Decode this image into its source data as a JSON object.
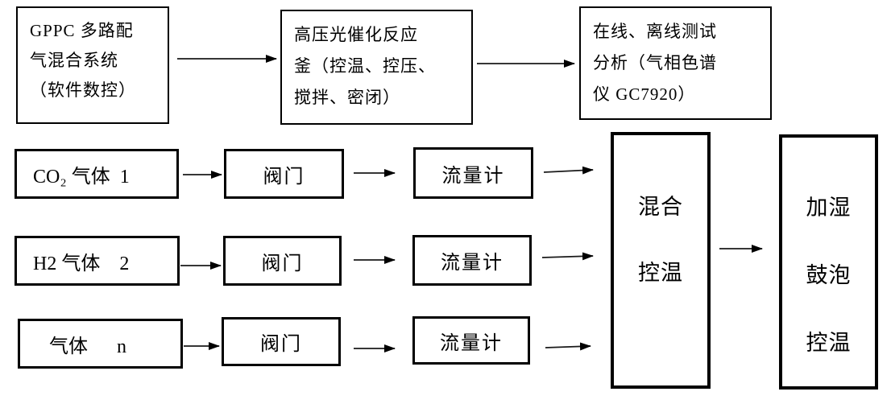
{
  "colors": {
    "background": "#ffffff",
    "box_border": "#000000",
    "text": "#000000",
    "arrow": "#1a1a1a"
  },
  "nodes": {
    "gas_mixing_system": {
      "lines": [
        "GPPC 多路配",
        "气混合系统",
        "（软件数控）"
      ]
    },
    "reactor": {
      "lines": [
        "高压光催化反应",
        "釜（控温、控压、",
        "搅拌、密闭）"
      ]
    },
    "analysis": {
      "lines": [
        "在线、离线测试",
        "分析（气相色谱",
        "仪 GC7920）"
      ]
    },
    "gas_co2": {
      "label": "CO₂ 气体  1"
    },
    "gas_h2": {
      "label": "H2 气体    2"
    },
    "gas_n": {
      "label": "气体      n"
    },
    "valve": {
      "label": "阀门"
    },
    "flow_meter": {
      "label": "流量计"
    },
    "mixing": {
      "lines": [
        "混合",
        "控温"
      ]
    },
    "humidify": {
      "lines": [
        "加湿",
        "鼓泡",
        "控温"
      ]
    }
  }
}
